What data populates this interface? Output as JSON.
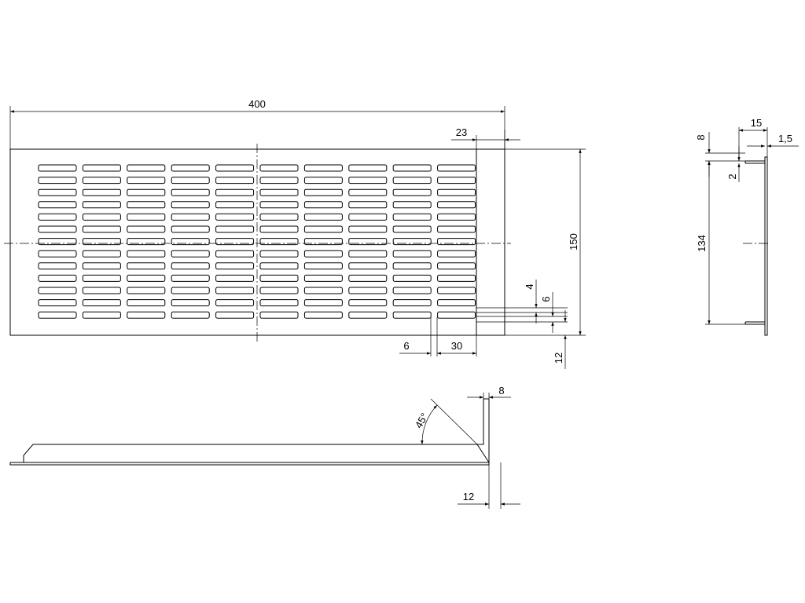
{
  "front_view": {
    "dimensions": {
      "overall_length": "400",
      "flange_width": "23",
      "overall_height": "150",
      "slot_gap_vertical": "4",
      "slot_height": "6",
      "bottom_margin": "12",
      "slot_gap_horizontal": "6",
      "slot_length": "30"
    },
    "slots": {
      "columns": 10,
      "rows": 13
    }
  },
  "side_view": {
    "dimensions": {
      "depth": "15",
      "lip_height": "8",
      "thickness": "1,5",
      "offset": "2",
      "inner_height": "134"
    }
  },
  "section_view": {
    "dimensions": {
      "angle": "45°",
      "flange_thickness": "8",
      "flange_depth": "12"
    }
  }
}
